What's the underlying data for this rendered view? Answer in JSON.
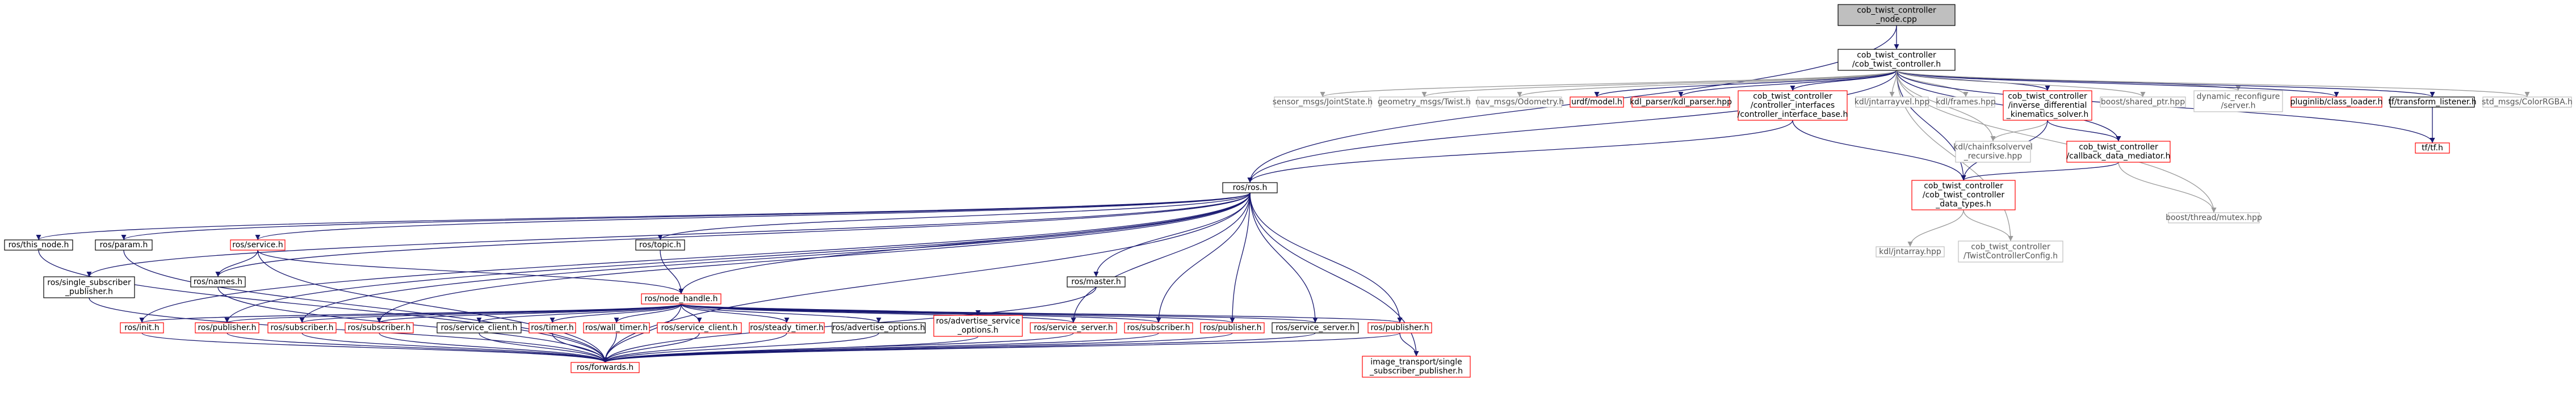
{
  "title": "cob_twist_controller_node.cpp include dependency graph",
  "colors": {
    "edge_dark": "#191970",
    "edge_grey": "#9a9a9a",
    "root_fill": "#bfbfbf",
    "border_black": "#000000",
    "border_red": "#ff0000",
    "border_grey": "#bfbfbf"
  },
  "nodes": [
    {
      "id": "root",
      "style": "root",
      "lines": [
        "cob_twist_controller",
        "_node.cpp"
      ]
    },
    {
      "id": "ctrl_h",
      "style": "black",
      "lines": [
        "cob_twist_controller",
        "/cob_twist_controller.h"
      ]
    },
    {
      "id": "ros_h",
      "style": "black",
      "lines": [
        "ros/ros.h"
      ]
    },
    {
      "id": "sensor_js",
      "style": "grey",
      "lines": [
        "sensor_msgs/JointState.h"
      ]
    },
    {
      "id": "geom_twist",
      "style": "grey",
      "lines": [
        "geometry_msgs/Twist.h"
      ]
    },
    {
      "id": "nav_odom",
      "style": "grey",
      "lines": [
        "nav_msgs/Odometry.h"
      ]
    },
    {
      "id": "urdf_model",
      "style": "red",
      "lines": [
        "urdf/model.h"
      ]
    },
    {
      "id": "kdl_parser",
      "style": "red",
      "lines": [
        "kdl_parser/kdl_parser.hpp"
      ]
    },
    {
      "id": "ctrl_iface",
      "style": "red",
      "lines": [
        "cob_twist_controller",
        "/controller_interfaces",
        "/controller_interface_base.h"
      ]
    },
    {
      "id": "kdl_jntarrayvel",
      "style": "grey",
      "lines": [
        "kdl/jntarrayvel.hpp"
      ]
    },
    {
      "id": "kdl_frames",
      "style": "grey",
      "lines": [
        "kdl/frames.hpp"
      ]
    },
    {
      "id": "inv_diff",
      "style": "red",
      "lines": [
        "cob_twist_controller",
        "/inverse_differential",
        "_kinematics_solver.h"
      ]
    },
    {
      "id": "boost_shared",
      "style": "grey",
      "lines": [
        "boost/shared_ptr.hpp"
      ]
    },
    {
      "id": "dyn_reconf",
      "style": "grey",
      "lines": [
        "dynamic_reconfigure",
        "/server.h"
      ]
    },
    {
      "id": "pluginlib",
      "style": "red",
      "lines": [
        "pluginlib/class_loader.h"
      ]
    },
    {
      "id": "tf_listener",
      "style": "black",
      "lines": [
        "tf/transform_listener.h"
      ]
    },
    {
      "id": "std_color",
      "style": "grey",
      "lines": [
        "std_msgs/ColorRGBA.h"
      ]
    },
    {
      "id": "tf_h",
      "style": "red",
      "lines": [
        "tf/tf.h"
      ]
    },
    {
      "id": "kdl_chainfk",
      "style": "grey",
      "lines": [
        "kdl/chainfksolvervel",
        "_recursive.hpp"
      ]
    },
    {
      "id": "cb_mediator",
      "style": "red",
      "lines": [
        "cob_twist_controller",
        "/callback_data_mediator.h"
      ]
    },
    {
      "id": "boost_mutex",
      "style": "grey",
      "lines": [
        "boost/thread/mutex.hpp"
      ]
    },
    {
      "id": "data_types",
      "style": "red",
      "lines": [
        "cob_twist_controller",
        "/cob_twist_controller",
        "_data_types.h"
      ]
    },
    {
      "id": "kdl_jntarray",
      "style": "grey",
      "lines": [
        "kdl/jntarray.hpp"
      ]
    },
    {
      "id": "twist_cfg",
      "style": "grey",
      "lines": [
        "cob_twist_controller",
        "/TwistControllerConfig.h"
      ]
    },
    {
      "id": "this_node",
      "style": "black",
      "lines": [
        "ros/this_node.h"
      ]
    },
    {
      "id": "param",
      "style": "black",
      "lines": [
        "ros/param.h"
      ]
    },
    {
      "id": "service",
      "style": "red",
      "lines": [
        "ros/service.h"
      ]
    },
    {
      "id": "topic",
      "style": "black",
      "lines": [
        "ros/topic.h"
      ]
    },
    {
      "id": "master",
      "style": "black",
      "lines": [
        "ros/master.h"
      ]
    },
    {
      "id": "single_sub",
      "style": "black",
      "lines": [
        "ros/single_subscriber",
        "_publisher.h"
      ]
    },
    {
      "id": "names",
      "style": "black",
      "lines": [
        "ros/names.h"
      ]
    },
    {
      "id": "node_handle",
      "style": "red",
      "lines": [
        "ros/node_handle.h"
      ]
    },
    {
      "id": "init",
      "style": "red",
      "lines": [
        "ros/init.h"
      ]
    },
    {
      "id": "publisher_a",
      "style": "red",
      "lines": [
        "ros/publisher.h"
      ]
    },
    {
      "id": "subscriber_a",
      "style": "red",
      "lines": [
        "ros/subscriber.h"
      ]
    },
    {
      "id": "subscriber_b",
      "style": "red",
      "lines": [
        "ros/subscriber.h"
      ]
    },
    {
      "id": "service_client_a",
      "style": "black",
      "lines": [
        "ros/service_client.h"
      ]
    },
    {
      "id": "timer",
      "style": "red",
      "lines": [
        "ros/timer.h"
      ]
    },
    {
      "id": "wall_timer",
      "style": "red",
      "lines": [
        "ros/wall_timer.h"
      ]
    },
    {
      "id": "service_client_b",
      "style": "red",
      "lines": [
        "ros/service_client.h"
      ]
    },
    {
      "id": "steady_timer",
      "style": "red",
      "lines": [
        "ros/steady_timer.h"
      ]
    },
    {
      "id": "advertise_options",
      "style": "black",
      "lines": [
        "ros/advertise_options.h"
      ]
    },
    {
      "id": "advertise_service",
      "style": "red",
      "lines": [
        "ros/advertise_service",
        "_options.h"
      ]
    },
    {
      "id": "service_server_a",
      "style": "red",
      "lines": [
        "ros/service_server.h"
      ]
    },
    {
      "id": "subscriber_c",
      "style": "red",
      "lines": [
        "ros/subscriber.h"
      ]
    },
    {
      "id": "publisher_b",
      "style": "red",
      "lines": [
        "ros/publisher.h"
      ]
    },
    {
      "id": "service_server_b",
      "style": "black",
      "lines": [
        "ros/service_server.h"
      ]
    },
    {
      "id": "publisher_c",
      "style": "red",
      "lines": [
        "ros/publisher.h"
      ]
    },
    {
      "id": "forwards",
      "style": "red",
      "lines": [
        "ros/forwards.h"
      ]
    },
    {
      "id": "image_transport",
      "style": "red",
      "lines": [
        "image_transport/single",
        "_subscriber_publisher.h"
      ]
    }
  ],
  "edges": [
    [
      "root",
      "ctrl_h",
      "dark"
    ],
    [
      "root",
      "ros_h",
      "dark"
    ],
    [
      "ctrl_h",
      "ros_h",
      "dark"
    ],
    [
      "ctrl_h",
      "sensor_js",
      "grey"
    ],
    [
      "ctrl_h",
      "geom_twist",
      "grey"
    ],
    [
      "ctrl_h",
      "nav_odom",
      "grey"
    ],
    [
      "ctrl_h",
      "urdf_model",
      "dark"
    ],
    [
      "ctrl_h",
      "kdl_parser",
      "dark"
    ],
    [
      "ctrl_h",
      "ctrl_iface",
      "dark"
    ],
    [
      "ctrl_h",
      "kdl_jntarrayvel",
      "grey"
    ],
    [
      "ctrl_h",
      "kdl_frames",
      "grey"
    ],
    [
      "ctrl_h",
      "inv_diff",
      "dark"
    ],
    [
      "ctrl_h",
      "boost_shared",
      "grey"
    ],
    [
      "ctrl_h",
      "dyn_reconf",
      "grey"
    ],
    [
      "ctrl_h",
      "pluginlib",
      "dark"
    ],
    [
      "ctrl_h",
      "tf_listener",
      "dark"
    ],
    [
      "ctrl_h",
      "std_color",
      "grey"
    ],
    [
      "ctrl_h",
      "tf_h",
      "dark"
    ],
    [
      "ctrl_h",
      "kdl_chainfk",
      "grey"
    ],
    [
      "ctrl_h",
      "cb_mediator",
      "dark"
    ],
    [
      "ctrl_h",
      "data_types",
      "dark"
    ],
    [
      "ctrl_h",
      "boost_mutex",
      "grey"
    ],
    [
      "ctrl_h",
      "twist_cfg",
      "grey"
    ],
    [
      "ctrl_iface",
      "ros_h",
      "dark"
    ],
    [
      "ctrl_iface",
      "data_types",
      "dark"
    ],
    [
      "inv_diff",
      "kdl_chainfk",
      "grey"
    ],
    [
      "inv_diff",
      "cb_mediator",
      "dark"
    ],
    [
      "inv_diff",
      "data_types",
      "dark"
    ],
    [
      "cb_mediator",
      "data_types",
      "dark"
    ],
    [
      "cb_mediator",
      "boost_mutex",
      "grey"
    ],
    [
      "tf_listener",
      "tf_h",
      "dark"
    ],
    [
      "data_types",
      "kdl_jntarray",
      "grey"
    ],
    [
      "data_types",
      "twist_cfg",
      "grey"
    ],
    [
      "ros_h",
      "this_node",
      "dark"
    ],
    [
      "ros_h",
      "param",
      "dark"
    ],
    [
      "ros_h",
      "service",
      "dark"
    ],
    [
      "ros_h",
      "topic",
      "dark"
    ],
    [
      "ros_h",
      "master",
      "dark"
    ],
    [
      "ros_h",
      "single_sub",
      "dark"
    ],
    [
      "ros_h",
      "names",
      "dark"
    ],
    [
      "ros_h",
      "node_handle",
      "dark"
    ],
    [
      "ros_h",
      "init",
      "dark"
    ],
    [
      "ros_h",
      "publisher_a",
      "dark"
    ],
    [
      "ros_h",
      "subscriber_a",
      "dark"
    ],
    [
      "ros_h",
      "subscriber_b",
      "dark"
    ],
    [
      "ros_h",
      "service_server_a",
      "dark"
    ],
    [
      "ros_h",
      "subscriber_c",
      "dark"
    ],
    [
      "ros_h",
      "publisher_b",
      "dark"
    ],
    [
      "ros_h",
      "service_server_b",
      "dark"
    ],
    [
      "ros_h",
      "publisher_c",
      "dark"
    ],
    [
      "ros_h",
      "image_transport",
      "dark"
    ],
    [
      "ros_h",
      "forwards",
      "dark"
    ],
    [
      "service",
      "names",
      "dark"
    ],
    [
      "service",
      "node_handle",
      "dark"
    ],
    [
      "service",
      "forwards",
      "dark"
    ],
    [
      "topic",
      "node_handle",
      "dark"
    ],
    [
      "node_handle",
      "init",
      "dark"
    ],
    [
      "node_handle",
      "publisher_a",
      "dark"
    ],
    [
      "node_handle",
      "subscriber_a",
      "dark"
    ],
    [
      "node_handle",
      "subscriber_b",
      "dark"
    ],
    [
      "node_handle",
      "service_client_a",
      "dark"
    ],
    [
      "node_handle",
      "timer",
      "dark"
    ],
    [
      "node_handle",
      "wall_timer",
      "dark"
    ],
    [
      "node_handle",
      "service_client_b",
      "dark"
    ],
    [
      "node_handle",
      "steady_timer",
      "dark"
    ],
    [
      "node_handle",
      "advertise_options",
      "dark"
    ],
    [
      "node_handle",
      "advertise_service",
      "dark"
    ],
    [
      "node_handle",
      "service_server_a",
      "dark"
    ],
    [
      "node_handle",
      "subscriber_c",
      "dark"
    ],
    [
      "node_handle",
      "publisher_b",
      "dark"
    ],
    [
      "node_handle",
      "service_server_b",
      "dark"
    ],
    [
      "node_handle",
      "publisher_c",
      "dark"
    ],
    [
      "node_handle",
      "forwards",
      "dark"
    ],
    [
      "this_node",
      "forwards",
      "dark"
    ],
    [
      "param",
      "forwards",
      "dark"
    ],
    [
      "names",
      "forwards",
      "dark"
    ],
    [
      "master",
      "forwards",
      "dark"
    ],
    [
      "single_sub",
      "forwards",
      "dark"
    ],
    [
      "init",
      "forwards",
      "dark"
    ],
    [
      "publisher_a",
      "forwards",
      "dark"
    ],
    [
      "subscriber_a",
      "forwards",
      "dark"
    ],
    [
      "subscriber_b",
      "forwards",
      "dark"
    ],
    [
      "service_client_a",
      "forwards",
      "dark"
    ],
    [
      "timer",
      "forwards",
      "dark"
    ],
    [
      "wall_timer",
      "forwards",
      "dark"
    ],
    [
      "service_client_b",
      "forwards",
      "dark"
    ],
    [
      "steady_timer",
      "forwards",
      "dark"
    ],
    [
      "advertise_options",
      "forwards",
      "dark"
    ],
    [
      "advertise_service",
      "forwards",
      "dark"
    ],
    [
      "service_server_a",
      "forwards",
      "dark"
    ],
    [
      "subscriber_c",
      "forwards",
      "dark"
    ],
    [
      "publisher_b",
      "forwards",
      "dark"
    ],
    [
      "service_server_b",
      "forwards",
      "dark"
    ],
    [
      "publisher_c",
      "image_transport",
      "dark"
    ],
    [
      "publisher_c",
      "forwards",
      "dark"
    ]
  ]
}
